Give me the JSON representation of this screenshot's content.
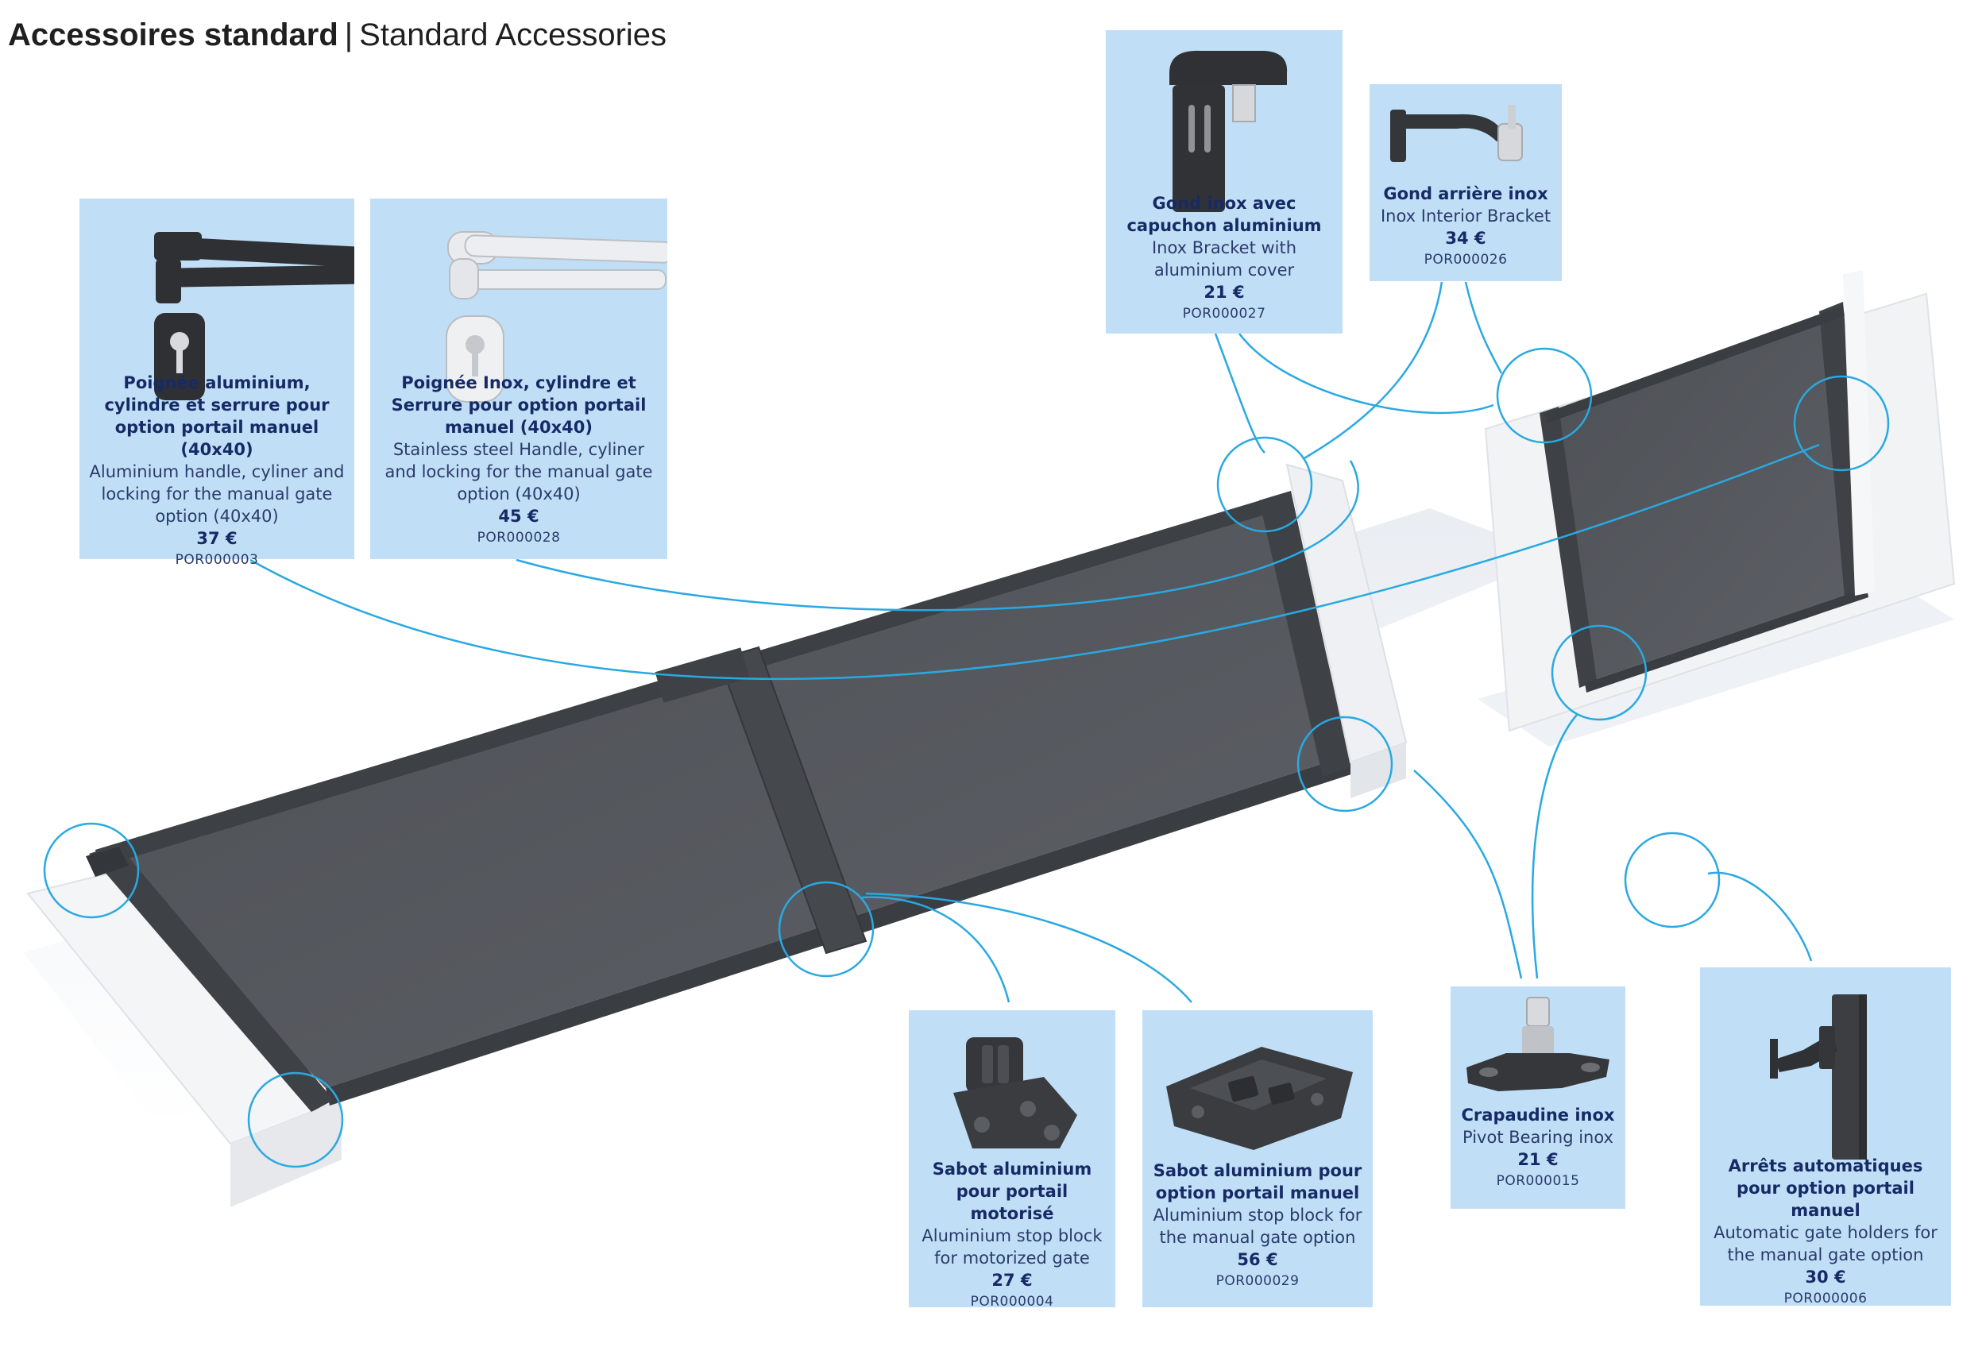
{
  "header": {
    "title_fr": "Accessoires standard",
    "separator": "|",
    "title_en": "Standard Accessories"
  },
  "colors": {
    "card_bg": "#c0dff7",
    "callout_line": "#29a9e1",
    "gate_panel": "#56595e",
    "text_dark_blue": "#172a66"
  },
  "accessories": [
    {
      "id": "por000003",
      "icon": "aluminium-handle-cylinder-icon",
      "name_fr": "Poignée aluminium, cylindre et serrure pour option portail manuel (40x40)",
      "name_en": "Aluminium handle, cyliner and locking for the manual gate option (40x40)",
      "price": "37 €",
      "code": "POR000003"
    },
    {
      "id": "por000028",
      "icon": "stainless-handle-cylinder-icon",
      "name_fr": "Poignée Inox, cylindre et Serrure pour option portail manuel (40x40)",
      "name_en": "Stainless steel Handle, cyliner and locking for the manual gate option (40x40)",
      "price": "45 €",
      "code": "POR000028"
    },
    {
      "id": "por000027",
      "icon": "inox-bracket-cover-icon",
      "name_fr": "Gond inox avec capuchon aluminium",
      "name_en": "Inox Bracket with aluminium cover",
      "price": "21 €",
      "code": "POR000027"
    },
    {
      "id": "por000026",
      "icon": "inox-interior-bracket-icon",
      "name_fr": "Gond arrière inox",
      "name_en": "Inox Interior Bracket",
      "price": "34 €",
      "code": "POR000026"
    },
    {
      "id": "por000004",
      "icon": "stop-block-motorized-icon",
      "name_fr": "Sabot aluminium pour portail motorisé",
      "name_en": "Aluminium stop block for motorized gate",
      "price": "27 €",
      "code": "POR000004"
    },
    {
      "id": "por000029",
      "icon": "stop-block-manual-icon",
      "name_fr": "Sabot aluminium pour option portail manuel",
      "name_en": "Aluminium stop block for the manual gate option",
      "price": "56 €",
      "code": "POR000029"
    },
    {
      "id": "por000015",
      "icon": "pivot-bearing-icon",
      "name_fr": "Crapaudine inox",
      "name_en": "Pivot Bearing inox",
      "price": "21 €",
      "code": "POR000015"
    },
    {
      "id": "por000006",
      "icon": "automatic-gate-holder-icon",
      "name_fr": "Arrêts automatiques pour option portail manuel",
      "name_en": "Automatic gate holders for the manual gate option",
      "price": "30 €",
      "code": "POR000006"
    }
  ]
}
